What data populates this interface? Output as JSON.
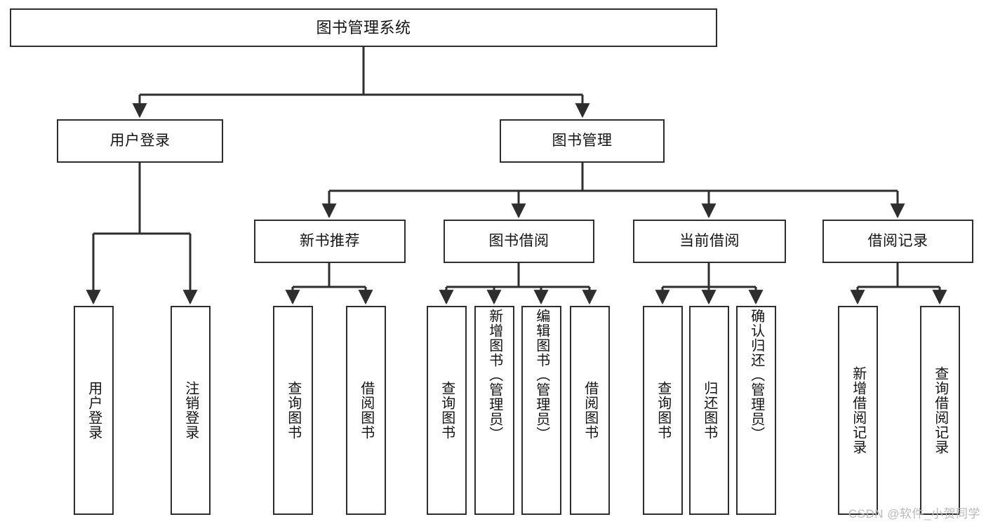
{
  "diagram": {
    "type": "tree-hierarchy",
    "title": "图书管理系统",
    "orientation": "top-down",
    "colors": {
      "stroke": "#2e2e2e",
      "fill": "#ffffff",
      "text": "#141414",
      "watermark": "#b9b9b9"
    }
  },
  "root": {
    "label": "图书管理系统"
  },
  "level1": [
    {
      "label": "用户登录"
    },
    {
      "label": "图书管理"
    }
  ],
  "level2": [
    {
      "label": "新书推荐"
    },
    {
      "label": "图书借阅"
    },
    {
      "label": "当前借阅"
    },
    {
      "label": "借阅记录"
    }
  ],
  "leaves": {
    "user_login": [
      {
        "label": "用户登录"
      },
      {
        "label": "注销登录"
      }
    ],
    "new_book_recommend": [
      {
        "label": "查询图书"
      },
      {
        "label": "借阅图书"
      }
    ],
    "book_borrow": [
      {
        "label": "查询图书"
      },
      {
        "label": "新增图书（管理员）"
      },
      {
        "label": "编辑图书（管理员）"
      },
      {
        "label": "借阅图书"
      }
    ],
    "current_borrow": [
      {
        "label": "查询图书"
      },
      {
        "label": "归还图书"
      },
      {
        "label": "确认归还（管理员）"
      }
    ],
    "borrow_records": [
      {
        "label": "新增借阅记录"
      },
      {
        "label": "查询借阅记录"
      }
    ]
  },
  "watermark": {
    "text": "CSDN @软件_小贺同学"
  }
}
